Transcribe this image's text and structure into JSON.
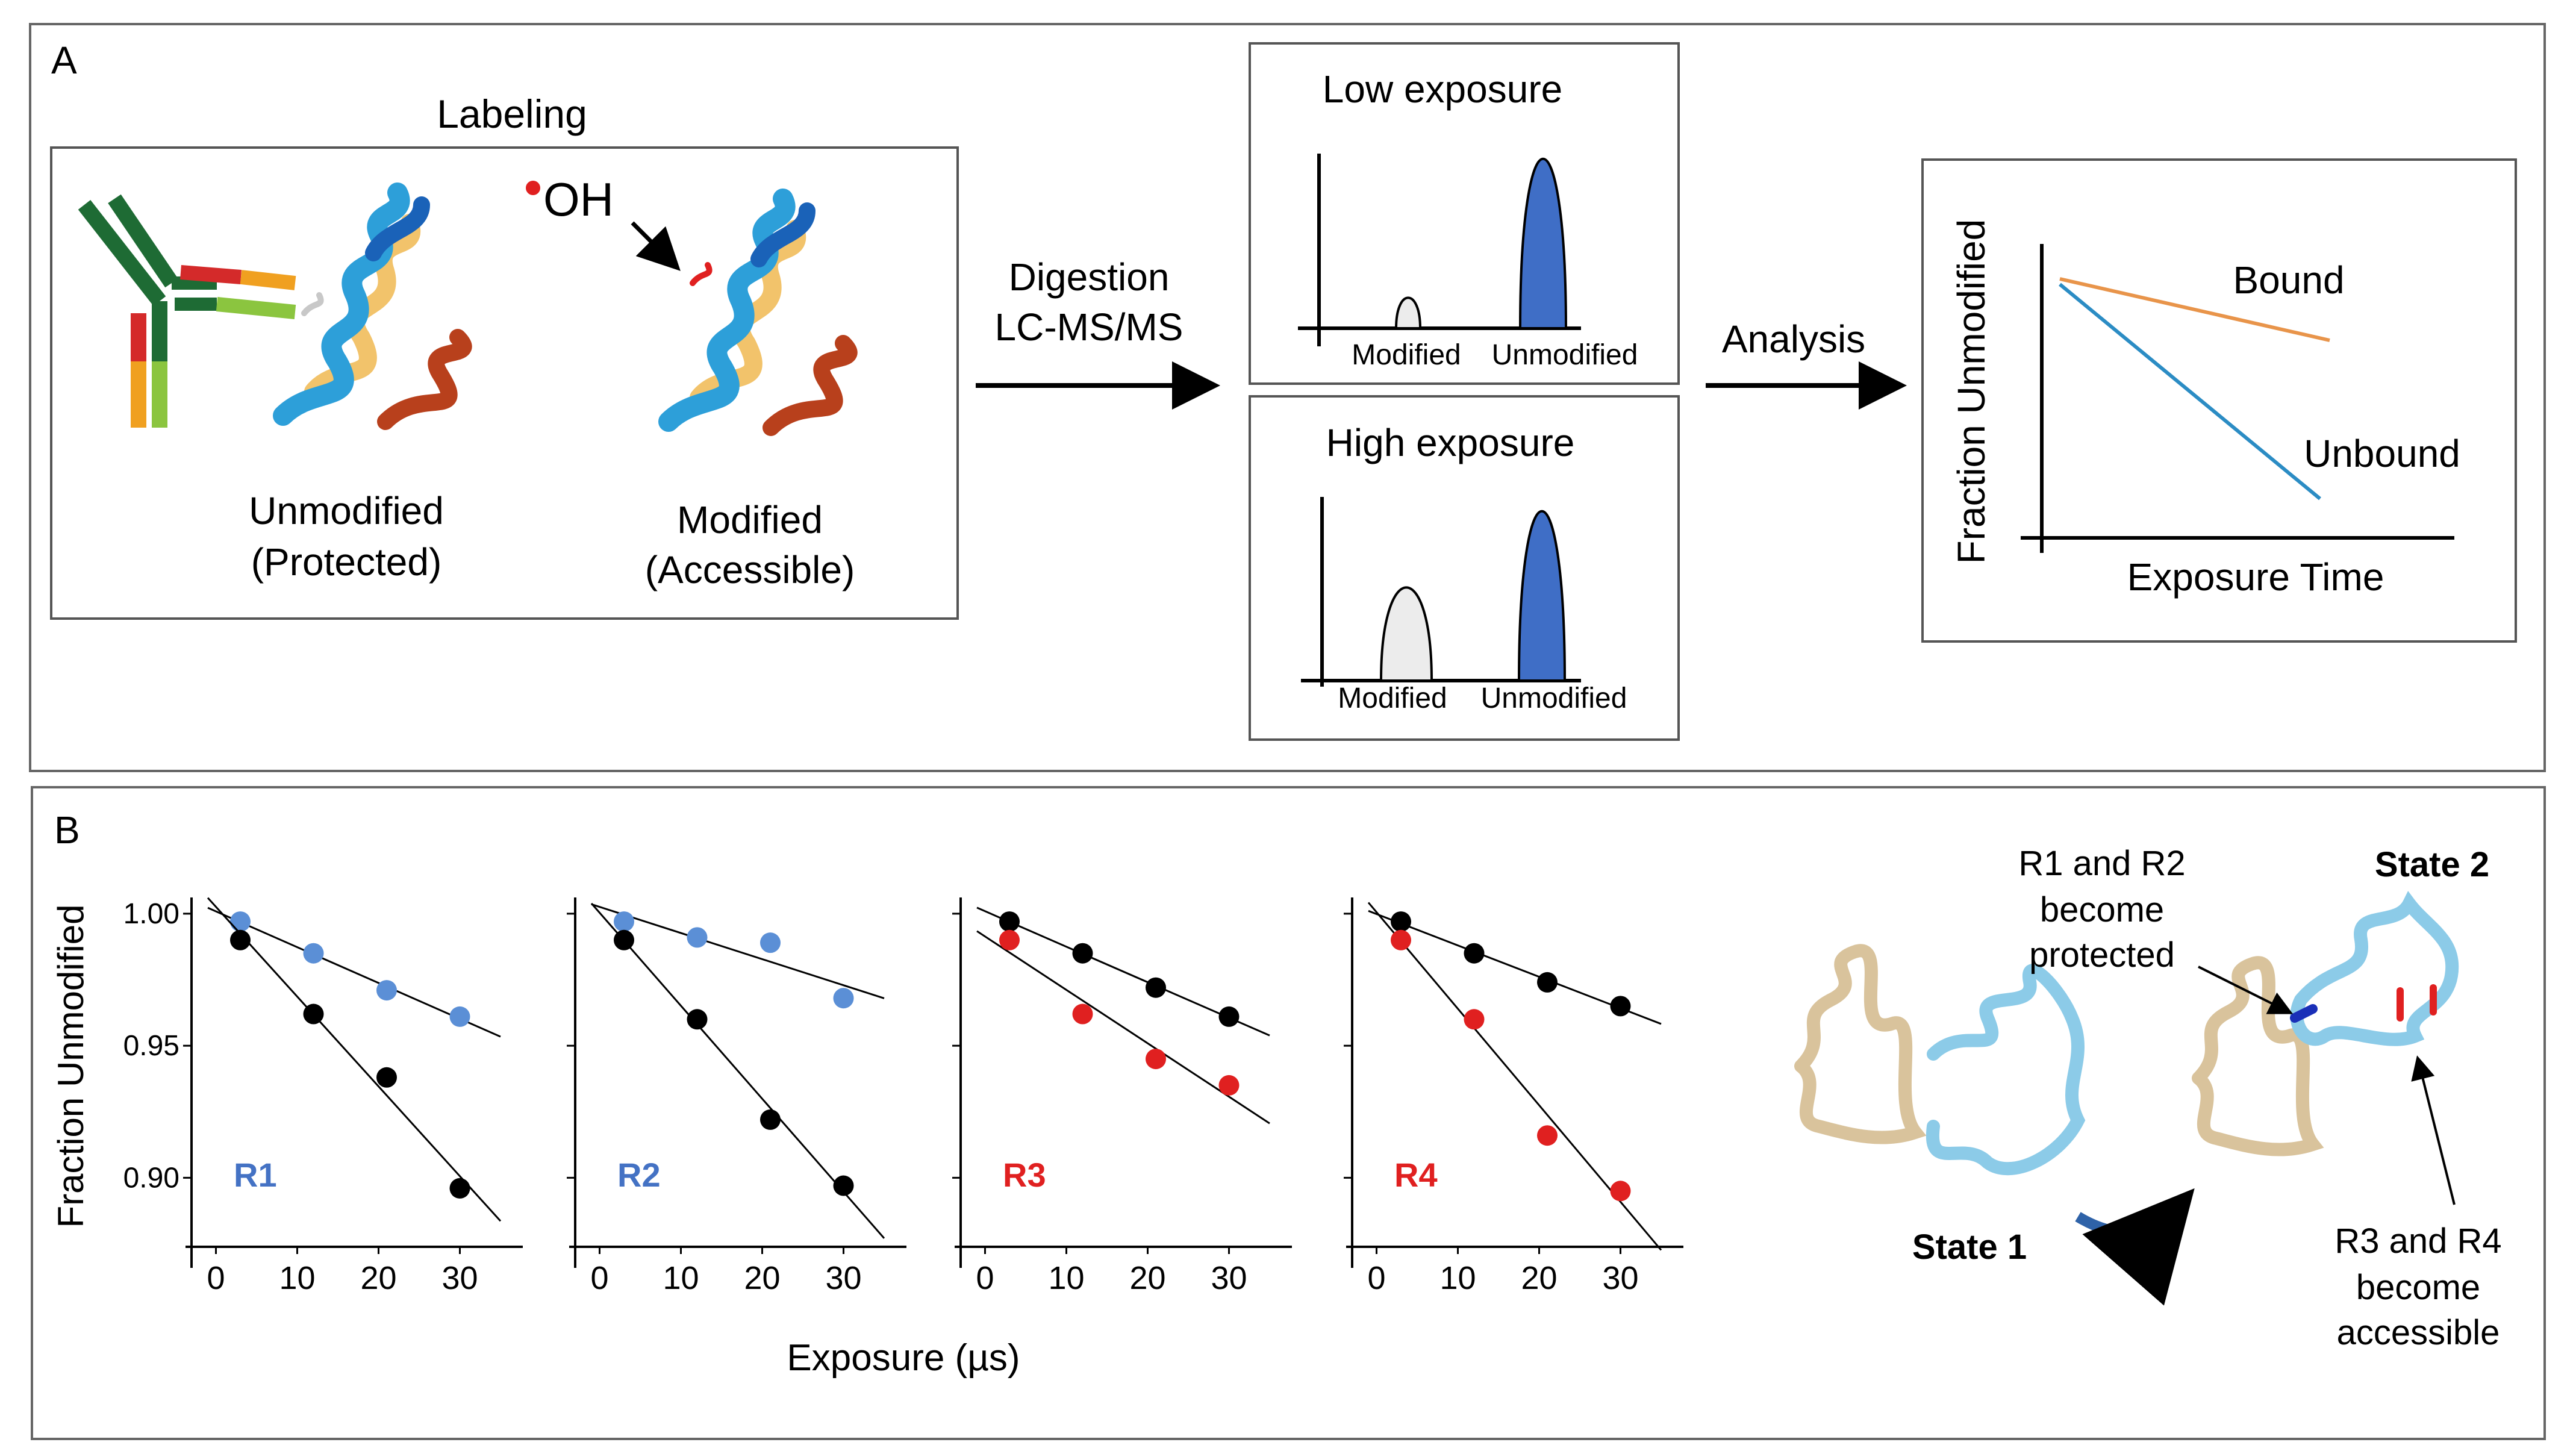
{
  "panelA": {
    "letter": "A",
    "labeling": {
      "title": "Labeling",
      "radical": "OH",
      "unmodified_line1": "Unmodified",
      "unmodified_line2": "(Protected)",
      "modified_line1": "Modified",
      "modified_line2": "(Accessible)"
    },
    "digestion": {
      "line1": "Digestion",
      "line2": "LC-MS/MS"
    },
    "low_exposure": {
      "title": "Low exposure",
      "peak_left_label": "Modified",
      "peak_right_label": "Unmodified",
      "modified_level": 0.18,
      "unmodified_level": 1.0
    },
    "high_exposure": {
      "title": "High exposure",
      "peak_left_label": "Modified",
      "peak_right_label": "Unmodified",
      "modified_level": 0.55,
      "unmodified_level": 1.0
    },
    "analysis": "Analysis",
    "plot": {
      "ylabel": "Fraction Unmodified",
      "xlabel": "Exposure Time",
      "bound_label": "Bound",
      "unbound_label": "Unbound",
      "bound_color": "#e8944a",
      "unbound_color": "#2b8cc4"
    }
  },
  "panelB": {
    "letter": "B",
    "ylabel": "Fraction Unmodified",
    "xlabel": "Exposure (µs)",
    "state1": "State 1",
    "state2": "State 2",
    "annotation_top": [
      "R1 and R2",
      "become",
      "protected"
    ],
    "annotation_bottom": [
      "R3 and R4",
      "become",
      "accessible"
    ]
  },
  "chart_data": [
    {
      "type": "scatter",
      "title": "R1",
      "xlabel": "Exposure (µs)",
      "ylabel": "Fraction Unmodified",
      "xticks": [
        "0",
        "10",
        "20",
        "30"
      ],
      "yticks": [
        "1.00",
        "0.95",
        "0.90"
      ],
      "xlim": [
        -3,
        37
      ],
      "ylim": [
        0.875,
        1.005
      ],
      "title_color": "#4472c4",
      "series": [
        {
          "color": "#5b8fd6",
          "x": [
            3,
            12,
            21,
            30
          ],
          "y": [
            0.997,
            0.985,
            0.971,
            0.961
          ]
        },
        {
          "color": "#000000",
          "x": [
            3,
            12,
            21,
            30
          ],
          "y": [
            0.99,
            0.962,
            0.938,
            0.896
          ]
        }
      ]
    },
    {
      "type": "scatter",
      "title": "R2",
      "xticks": [
        "0",
        "10",
        "20",
        "30"
      ],
      "xlim": [
        -3,
        37
      ],
      "ylim": [
        0.875,
        1.005
      ],
      "title_color": "#4472c4",
      "series": [
        {
          "color": "#5b8fd6",
          "x": [
            3,
            12,
            21,
            30
          ],
          "y": [
            0.997,
            0.991,
            0.989,
            0.968
          ]
        },
        {
          "color": "#000000",
          "x": [
            3,
            12,
            21,
            30
          ],
          "y": [
            0.99,
            0.96,
            0.922,
            0.897
          ]
        }
      ]
    },
    {
      "type": "scatter",
      "title": "R3",
      "xticks": [
        "0",
        "10",
        "20",
        "30"
      ],
      "xlim": [
        -3,
        37
      ],
      "ylim": [
        0.875,
        1.005
      ],
      "title_color": "#e02020",
      "series": [
        {
          "color": "#000000",
          "x": [
            3,
            12,
            21,
            30
          ],
          "y": [
            0.997,
            0.985,
            0.972,
            0.961
          ]
        },
        {
          "color": "#e02020",
          "x": [
            3,
            12,
            21,
            30
          ],
          "y": [
            0.99,
            0.962,
            0.945,
            0.935
          ]
        }
      ]
    },
    {
      "type": "scatter",
      "title": "R4",
      "xticks": [
        "0",
        "10",
        "20",
        "30"
      ],
      "xlim": [
        -3,
        37
      ],
      "ylim": [
        0.875,
        1.005
      ],
      "title_color": "#e02020",
      "series": [
        {
          "color": "#000000",
          "x": [
            3,
            12,
            21,
            30
          ],
          "y": [
            0.997,
            0.985,
            0.974,
            0.965
          ]
        },
        {
          "color": "#e02020",
          "x": [
            3,
            12,
            21,
            30
          ],
          "y": [
            0.99,
            0.96,
            0.916,
            0.895
          ]
        }
      ]
    }
  ]
}
